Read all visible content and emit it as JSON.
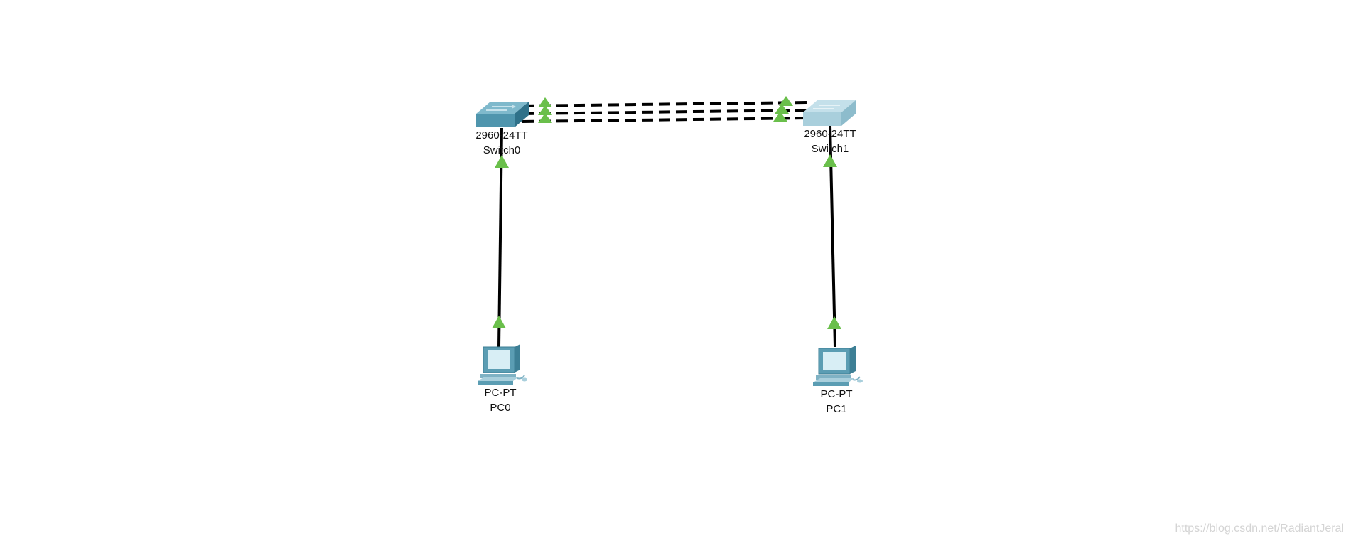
{
  "devices": {
    "switch0": {
      "model": "2960-24TT",
      "name": "Switch0"
    },
    "switch1": {
      "model": "2960-24TT",
      "name": "Switch1"
    },
    "pc0": {
      "model": "PC-PT",
      "name": "PC0"
    },
    "pc1": {
      "model": "PC-PT",
      "name": "PC1"
    }
  },
  "links": [
    {
      "from": "switch0",
      "to": "switch1",
      "style": "dashed",
      "status": "up"
    },
    {
      "from": "switch0",
      "to": "switch1",
      "style": "dashed",
      "status": "up"
    },
    {
      "from": "switch0",
      "to": "switch1",
      "style": "dashed",
      "status": "up"
    },
    {
      "from": "switch0",
      "to": "pc0",
      "style": "solid",
      "status": "up"
    },
    {
      "from": "switch1",
      "to": "pc1",
      "style": "solid",
      "status": "up"
    }
  ],
  "colors": {
    "link": "#000000",
    "link_up_indicator": "#6abf4b",
    "switch0_body": "#5b9db3",
    "switch1_body": "#a9cfdc",
    "pc_body": "#7fb2c4"
  },
  "watermark": "https://blog.csdn.net/RadiantJeral"
}
